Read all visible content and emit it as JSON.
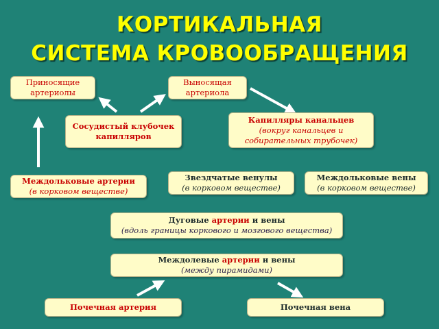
{
  "title": {
    "line1": "КОРТИКАЛЬНАЯ",
    "line2": "СИСТЕМА КРОВООБРАЩЕНИЯ"
  },
  "boxes": {
    "afferent": {
      "line1": "Приносящие",
      "line2": "артериолы"
    },
    "efferent": {
      "line1": "Выносящая",
      "line2": "артериола"
    },
    "glomerulus": {
      "line1": "Сосудистый клубочек",
      "line2": "капилляров"
    },
    "tubule_capillaries": {
      "line1": "Капилляры канальцев",
      "line2": "(вокруг канальцев и",
      "line3": "собирательных трубочек)"
    },
    "interlobular_arteries": {
      "line1": "Междольковые артерии",
      "line2": "(в корковом веществе)"
    },
    "stellate_venules": {
      "line1": "Звездчатые венулы",
      "line2": "(в корковом веществе)"
    },
    "interlobular_veins": {
      "line1": "Междольковые вены",
      "line2": "(в корковом веществе)"
    },
    "arcuate": {
      "w1": "Дуговые ",
      "w2": "артерии",
      "w3": " и ",
      "w4": "вены",
      "line2": "(вдоль границы коркового и мозгового вещества)"
    },
    "interlobar": {
      "w1": "Междолевые ",
      "w2": "артерии",
      "w3": " и ",
      "w4": "вены",
      "line2": "(между пирамидами)"
    },
    "renal_artery": {
      "label": "Почечная артерия"
    },
    "renal_vein": {
      "label": "Почечная вена"
    }
  },
  "colors": {
    "background": "#1f8276",
    "title": "#ffff00",
    "box_fill": "#fffcc8",
    "artery_text": "#c80000",
    "vein_text": "#1c2a2a",
    "arrow": "#ffffff"
  }
}
